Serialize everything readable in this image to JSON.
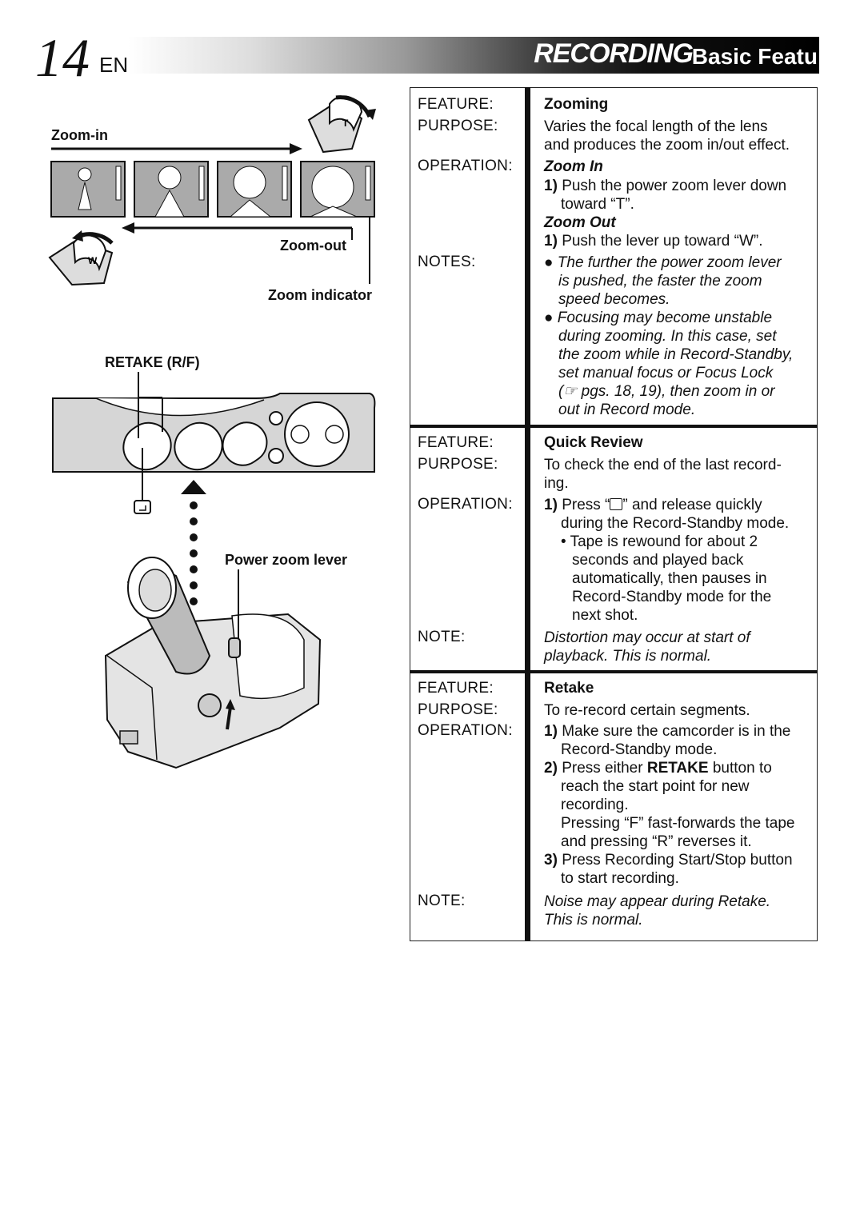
{
  "header": {
    "page_number": "14",
    "language": "EN",
    "title": "RECORDING",
    "subtitle": "Basic Features"
  },
  "illustration": {
    "zoom_in_label": "Zoom-in",
    "zoom_out_label": "Zoom-out",
    "zoom_indicator_label": "Zoom indicator",
    "retake_label": "RETAKE (R/F)",
    "power_zoom_label": "Power zoom lever"
  },
  "features": [
    {
      "feature_key": "FEATURE:",
      "feature_value": "Zooming",
      "purpose_key": "PURPOSE:",
      "purpose_lines": [
        "Varies the focal length of the lens",
        "and produces the zoom in/out effect."
      ],
      "operation_key": "OPERATION:",
      "zoom_in_title": "Zoom In",
      "zoom_in_num": "1)",
      "zoom_in_lines": [
        "Push the power zoom lever down",
        "toward “T”."
      ],
      "zoom_out_title": "Zoom Out",
      "zoom_out_num": "1)",
      "zoom_out_line": "Push the lever up toward “W”.",
      "notes_key": "NOTES:",
      "note1_lines": [
        "The further the power zoom lever",
        "is pushed, the faster the zoom",
        "speed becomes."
      ],
      "note2_lines": [
        "Focusing may become unstable",
        "during zooming. In this case, set",
        "the zoom while in Record-Standby,",
        "set manual focus or Focus Lock",
        "(☞ pgs. 18, 19), then zoom in or",
        "out in Record mode."
      ]
    },
    {
      "feature_key": "FEATURE:",
      "feature_value": "Quick Review",
      "purpose_key": "PURPOSE:",
      "purpose_lines": [
        "To check the end of the last record-",
        "ing."
      ],
      "operation_key": "OPERATION:",
      "op_num": "1)",
      "op_line1_pre": "Press “",
      "op_line1_post": "” and release quickly",
      "op_line2": "during the Record-Standby mode.",
      "sub_lines": [
        "• Tape is rewound for about 2",
        "seconds and played back",
        "automatically, then pauses in",
        "Record-Standby mode for the",
        "next shot."
      ],
      "note_key": "NOTE:",
      "note_lines": [
        "Distortion may occur at start of",
        "playback. This is normal."
      ]
    },
    {
      "feature_key": "FEATURE:",
      "feature_value": "Retake",
      "purpose_key": "PURPOSE:",
      "purpose_line": "To re-record certain segments.",
      "operation_key": "OPERATION:",
      "step1_num": "1)",
      "step1_lines": [
        "Make sure the camcorder is in the",
        "Record-Standby mode."
      ],
      "step2_num": "2)",
      "step2_pre": "Press either ",
      "step2_bold": "RETAKE",
      "step2_post": " button to",
      "step2_lines": [
        "reach the start point for new",
        "recording.",
        "Pressing “F” fast-forwards the tape",
        "and pressing “R” reverses it."
      ],
      "step3_num": "3)",
      "step3_lines": [
        "Press Recording Start/Stop button",
        "to start recording."
      ],
      "note_key": "NOTE:",
      "note_lines": [
        "Noise may appear during Retake.",
        "This is normal."
      ]
    }
  ]
}
